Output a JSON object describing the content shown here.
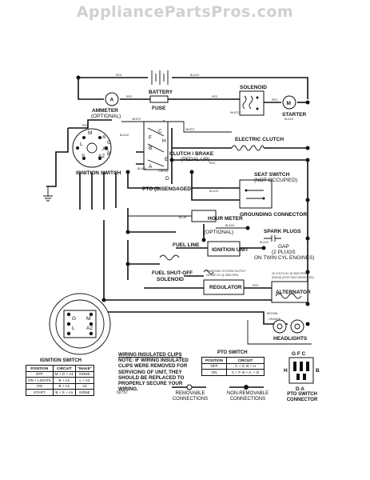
{
  "watermark": "AppliancePartsPros.com",
  "labels": {
    "battery": "BATTERY",
    "solenoid": "SOLENOID",
    "starter": "STARTER",
    "fuse": "FUSE",
    "ammeter": "AMMETER",
    "ammeter_opt": "(OPTIONAL)",
    "ignition_switch": "IGNITION SWITCH",
    "clutch_brake": "CLUTCH / BRAKE",
    "clutch_brake_sub": "(PEDAL UP)",
    "electric_clutch": "ELECTRIC CLUTCH",
    "pto_dis": "PTO (DISENGAGED)",
    "seat_switch": "SEAT SWITCH",
    "seat_switch_sub": "(NOT OCCUPIED)",
    "grounding_connector": "GROUNDING CONNECTOR",
    "hour_meter": "HOUR METER",
    "hour_meter_opt": "(OPTIONAL)",
    "spark_plugs": "SPARK PLUGS",
    "spark_gap": "GAP",
    "spark_sub1": "(2 PLUGS",
    "spark_sub2": "ON TWIN CYL ENGINES)",
    "fuel_line": "FUEL LINE",
    "ignition_unit": "IGNITION UNIT",
    "fuel_shutoff": "FUEL SHUT-OFF",
    "fuel_solenoid": "SOLENOID",
    "regulator": "REGULATOR",
    "alternator": "ALTERNATOR",
    "headlights": "HEADLIGHTS",
    "charging_output": "CHARGING SYSTEM OUTPUT",
    "charging_sub": "16 AMP DC @ 3600 RPM",
    "alt_output": "26 VOLTS AC @ 3600 RPM",
    "alt_sub": "(REGULATOR DISCONNECTED)"
  },
  "wires": {
    "red": "RED",
    "black": "BLACK",
    "white": "WHITE",
    "blue": "BLUE",
    "brown": "BROWN",
    "orange": "ORANGE",
    "green": "GREEN"
  },
  "terminals": {
    "a": "A",
    "a1": "A1",
    "a2": "A2",
    "b": "B",
    "g": "G",
    "l": "L",
    "m": "M",
    "s": "S",
    "c": "C",
    "d": "D",
    "e": "E",
    "f": "F",
    "h": "H"
  },
  "ignition_table": {
    "title": "IGNITION SWITCH",
    "headers": [
      "POSITION",
      "CIRCUIT",
      "\"MAKE\""
    ],
    "rows": [
      [
        "OFF",
        "M + G + A1",
        "NONE"
      ],
      [
        "ON + LIGHTS",
        "B + A1",
        "L + A2"
      ],
      [
        "ON",
        "B + A1",
        "A2"
      ],
      [
        "START",
        "B + S + A1",
        "NONE"
      ]
    ]
  },
  "clips_note": {
    "title": "WIRING INSULATED CLIPS",
    "lines": [
      "NOTE: IF WIRING INSULATED",
      "CLIPS WERE REMOVED FOR",
      "SERVICING OF UNIT, THEY",
      "SHOULD BE REPLACED TO",
      "PROPERLY SECURE YOUR",
      "WIRING."
    ],
    "code": "02757"
  },
  "pto_table": {
    "title": "PTO SWITCH",
    "headers": [
      "POSITION",
      "CIRCUIT"
    ],
    "rows": [
      [
        "OFF",
        "C + S, B + H"
      ],
      [
        "ON",
        "C + F, B + A, + D"
      ]
    ]
  },
  "legend": {
    "removable": "REMOVABLE CONNECTIONS",
    "non_removable": "NON-REMOVABLE CONNECTIONS"
  },
  "pto_connector": {
    "title": "PTO SWITCH CONNECTOR",
    "top_letters": "G F C",
    "bottom_letters": "D A",
    "left": "H",
    "right": "B"
  }
}
